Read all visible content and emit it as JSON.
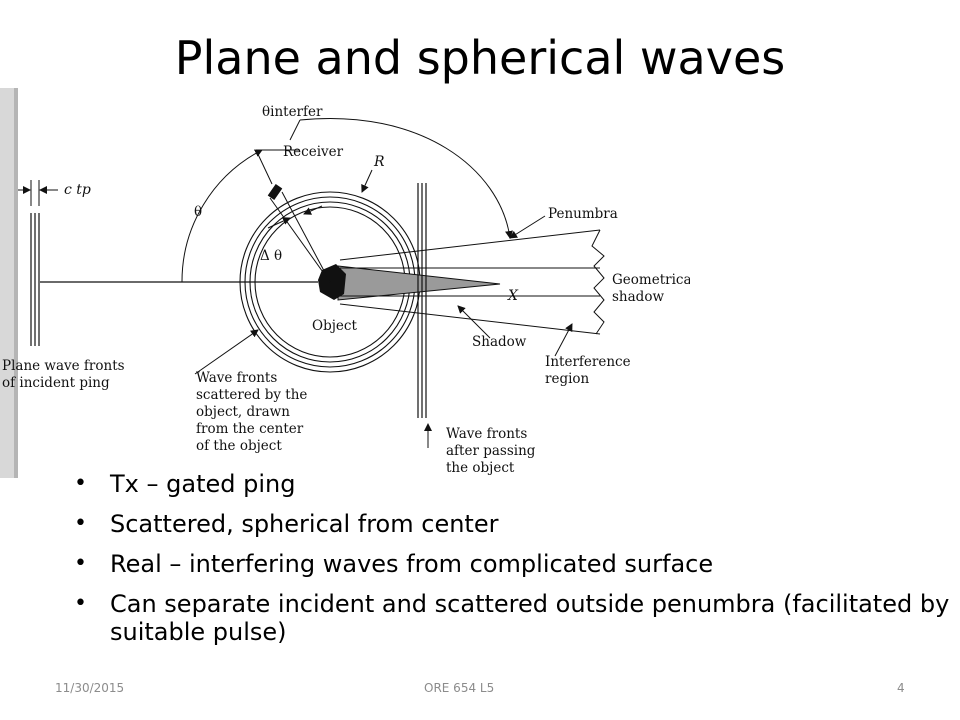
{
  "slide": {
    "title": "Plane and spherical waves",
    "bullets": [
      "Tx – gated ping",
      "Scattered, spherical from center",
      "Real – interfering waves from complicated surface",
      "Can separate incident and scattered outside penumbra (facilitated by suitable pulse)"
    ],
    "bullet_symbol": "•"
  },
  "figure": {
    "labels": {
      "theta_interfer": "θinterfer",
      "receiver": "Receiver",
      "R": "R",
      "ctp": "c tp",
      "theta": "θ",
      "delta_theta": "Δ θ",
      "penumbra": "Penumbra",
      "geometric_shadow_1": "Geometrica",
      "geometric_shadow_2": "shadow",
      "X": "X",
      "object": "Object",
      "shadow": "Shadow",
      "interference_1": "Interference",
      "interference_2": "region",
      "plane_wave_1": "Plane wave fronts",
      "plane_wave_2": "of incident ping",
      "scattered_1": "Wave fronts",
      "scattered_2": "scattered by the",
      "scattered_3": "object, drawn",
      "scattered_4": "from the center",
      "scattered_5": "of the object",
      "after_1": "Wave fronts",
      "after_2": "after passing",
      "after_3": "the object"
    }
  },
  "footer": {
    "date": "11/30/2015",
    "course": "ORE 654 L5",
    "page": "4"
  }
}
